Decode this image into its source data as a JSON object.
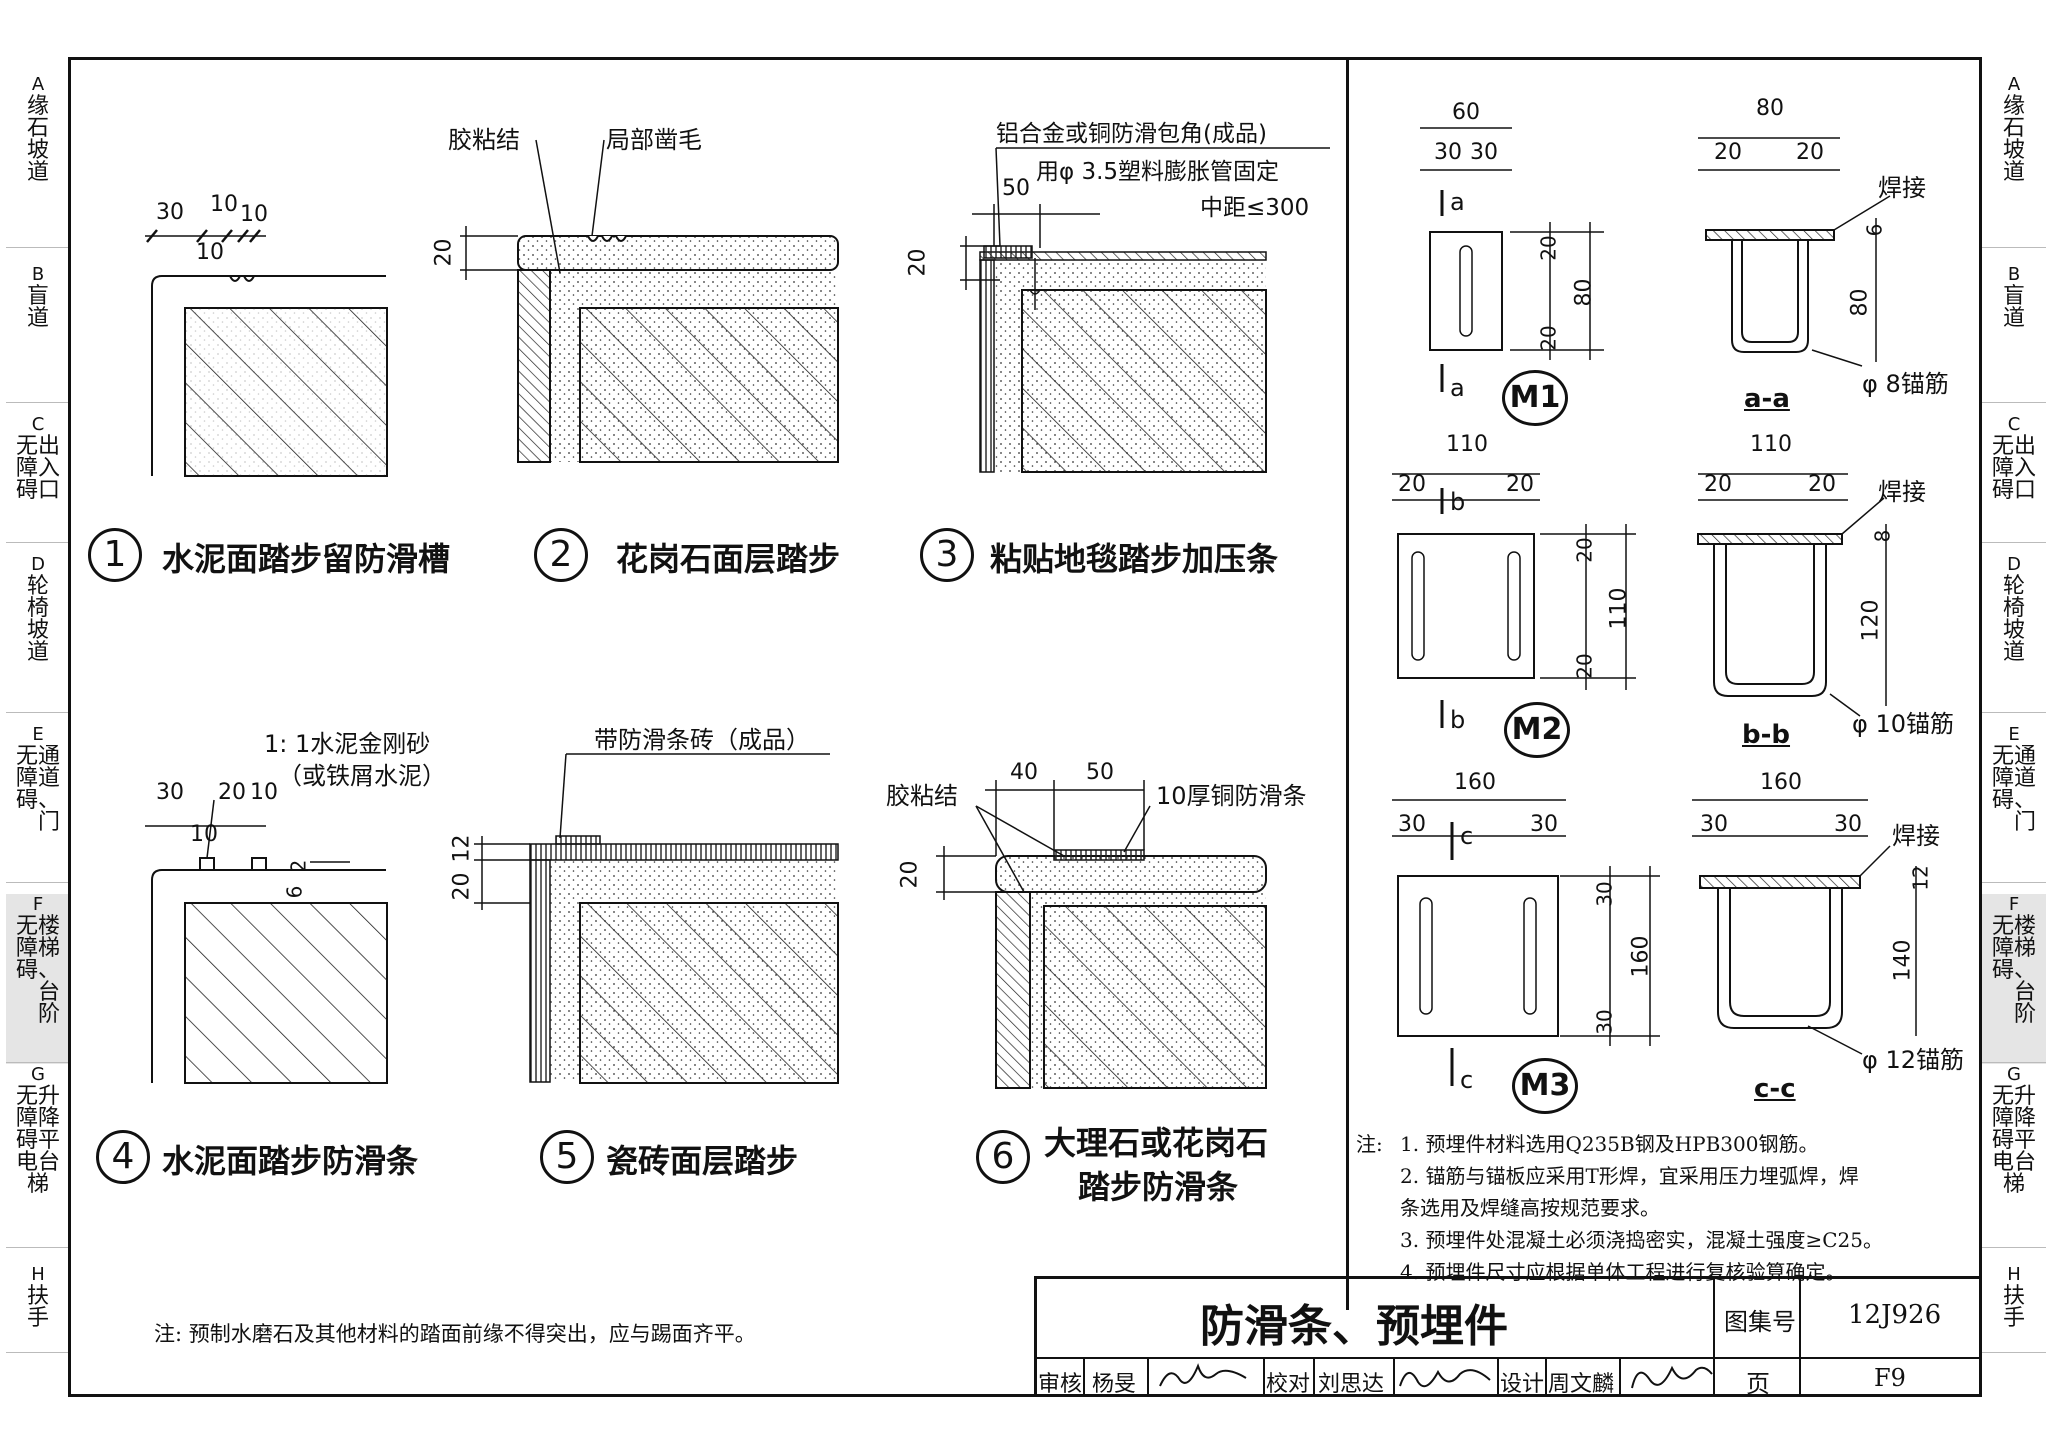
{
  "sidebar_left": [
    {
      "letter": "A",
      "lines": [
        "缘",
        "石",
        "坡",
        "道"
      ]
    },
    {
      "letter": "B",
      "lines": [
        "盲",
        "道"
      ]
    },
    {
      "letter": "C",
      "lines": [
        "无出",
        "障入",
        "碍口"
      ]
    },
    {
      "letter": "D",
      "lines": [
        "轮",
        "椅",
        "坡",
        "道"
      ]
    },
    {
      "letter": "E",
      "lines": [
        "无通",
        "障道",
        "碍、",
        "　门"
      ]
    },
    {
      "letter": "F",
      "lines": [
        "无楼",
        "障梯",
        "碍、",
        "　台",
        "　阶"
      ]
    },
    {
      "letter": "G",
      "lines": [
        "无升",
        "障降",
        "碍平",
        "电台",
        "梯"
      ]
    },
    {
      "letter": "H",
      "lines": [
        "扶",
        "手"
      ]
    }
  ],
  "sidebar_right": [
    {
      "letter": "A",
      "lines": [
        "缘",
        "石",
        "坡",
        "道"
      ]
    },
    {
      "letter": "B",
      "lines": [
        "盲",
        "道"
      ]
    },
    {
      "letter": "C",
      "lines": [
        "无出",
        "障入",
        "碍口"
      ]
    },
    {
      "letter": "D",
      "lines": [
        "轮",
        "椅",
        "坡",
        "道"
      ]
    },
    {
      "letter": "E",
      "lines": [
        "无通",
        "障道",
        "碍、",
        "　门"
      ]
    },
    {
      "letter": "F",
      "lines": [
        "无楼",
        "障梯",
        "碍、",
        "　台",
        "　阶"
      ]
    },
    {
      "letter": "G",
      "lines": [
        "无升",
        "障降",
        "碍平",
        "电台",
        "梯"
      ]
    },
    {
      "letter": "H",
      "lines": [
        "扶",
        "手"
      ]
    }
  ],
  "details": {
    "d1": {
      "num": "1",
      "title": "水泥面踏步留防滑槽",
      "dims": [
        "30",
        "10",
        "10",
        "10"
      ]
    },
    "d2": {
      "num": "2",
      "title": "花岗石面层踏步",
      "callouts": [
        "胶粘结",
        "局部凿毛"
      ],
      "dims": [
        "20"
      ]
    },
    "d3": {
      "num": "3",
      "title": "粘贴地毯踏步加压条",
      "callouts": [
        "铝合金或铜防滑包角(成品)",
        "用φ 3.5塑料膨胀管固定",
        "中距≤300"
      ],
      "dims": [
        "50",
        "20"
      ]
    },
    "d4": {
      "num": "4",
      "title": "水泥面踏步防滑条",
      "callouts": [
        "1: 1水泥金刚砂",
        "（或铁屑水泥）"
      ],
      "dims": [
        "30",
        "20",
        "10",
        "10",
        "2",
        "6"
      ]
    },
    "d5": {
      "num": "5",
      "title": "瓷砖面层踏步",
      "callouts": [
        "带防滑条砖（成品）"
      ],
      "dims": [
        "12",
        "20"
      ]
    },
    "d6": {
      "num": "6",
      "title_lines": [
        "大理石或花岗石",
        "踏步防滑条"
      ],
      "callouts": [
        "胶粘结",
        "10厚铜防滑条"
      ],
      "dims": [
        "40",
        "50",
        "20"
      ]
    }
  },
  "embeds": {
    "m1": {
      "id": "M1",
      "section": "a-a",
      "cut": "a",
      "plate_w": "60",
      "plate_sub": [
        "30",
        "30"
      ],
      "h_dims": [
        "20",
        "80",
        "20"
      ],
      "sec_w": "80",
      "sec_sub": [
        "20",
        "20"
      ],
      "sec_h": "80",
      "sec_t": "6",
      "weld": "焊接",
      "anchor": "φ 8锚筋"
    },
    "m2": {
      "id": "M2",
      "section": "b-b",
      "cut": "b",
      "plate_w": "110",
      "plate_sub": [
        "20",
        "20"
      ],
      "h_dims": [
        "20",
        "110",
        "20"
      ],
      "sec_w": "110",
      "sec_sub": [
        "20",
        "20"
      ],
      "sec_h": "120",
      "sec_t": "8",
      "weld": "焊接",
      "anchor": "φ 10锚筋"
    },
    "m3": {
      "id": "M3",
      "section": "c-c",
      "cut": "c",
      "plate_w": "160",
      "plate_sub": [
        "30",
        "30"
      ],
      "h_dims": [
        "30",
        "160",
        "30"
      ],
      "sec_w": "160",
      "sec_sub": [
        "30",
        "30"
      ],
      "sec_h": "140",
      "sec_t": "12",
      "weld": "焊接",
      "anchor": "φ 12锚筋"
    }
  },
  "notes_right": {
    "label": "注:",
    "items": [
      "1. 预埋件材料选用Q235B钢及HPB300钢筋。",
      "2. 锚筋与锚板应采用T形焊，宜采用压力埋弧焊，焊",
      "    条选用及焊缝高按规范要求。",
      "3. 预埋件处混凝土必须浇捣密实，混凝土强度≥C25。",
      "4. 预埋件尺寸应根据单体工程进行复核验算确定。"
    ]
  },
  "note_bottom": "注:  预制水磨石及其他材料的踏面前缘不得突出，应与踢面齐平。",
  "title_block": {
    "title": "防滑条、预埋件",
    "atlas_label": "图集号",
    "atlas_no": "12J926",
    "page_label": "页",
    "page_no": "F9",
    "review_label": "审核",
    "review_name": "杨旻",
    "check_label": "校对",
    "check_name": "刘思达",
    "design_label": "设计",
    "design_name": "周文麟"
  }
}
